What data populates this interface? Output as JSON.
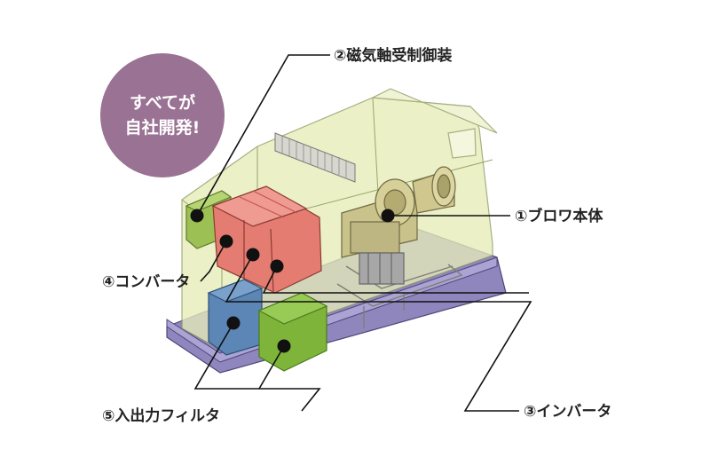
{
  "badge": {
    "line1": "すべてが",
    "line2": "自社開発!",
    "color": "#9a7293"
  },
  "labels": {
    "blower": "①ブロワ本体",
    "magnetic_bearing": "②磁気軸受制御装",
    "inverter": "③インバータ",
    "converter": "④コンバータ",
    "io_filter": "⑤入出力フィルタ"
  },
  "colors": {
    "base_plate": "#8f86bd",
    "enclosure": "#e6ecb8",
    "converter_red": "#e57c72",
    "filter_blue": "#5b86b5",
    "filter_green": "#7fb43a",
    "small_green": "#9cc054",
    "blower_tan": "#c9c28a"
  }
}
